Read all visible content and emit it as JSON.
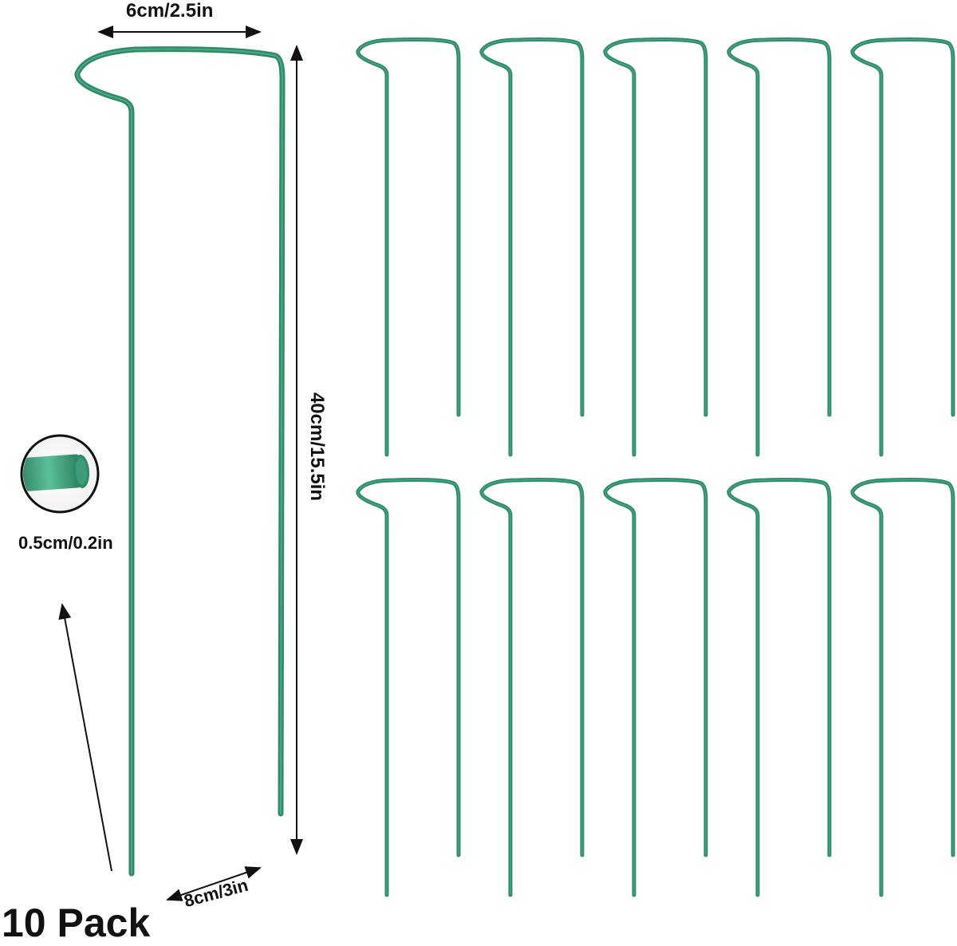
{
  "product": {
    "pack_label": "10 Pack",
    "stake_count": 10,
    "color_stake": "#2f8a68",
    "color_stake_highlight": "#4fb08a"
  },
  "dimensions": {
    "width_label": "6cm/2.5in",
    "height_label": "40cm/15.5in",
    "wire_diameter_label": "0.5cm/0.2in",
    "depth_label": "8cm/3in"
  }
}
